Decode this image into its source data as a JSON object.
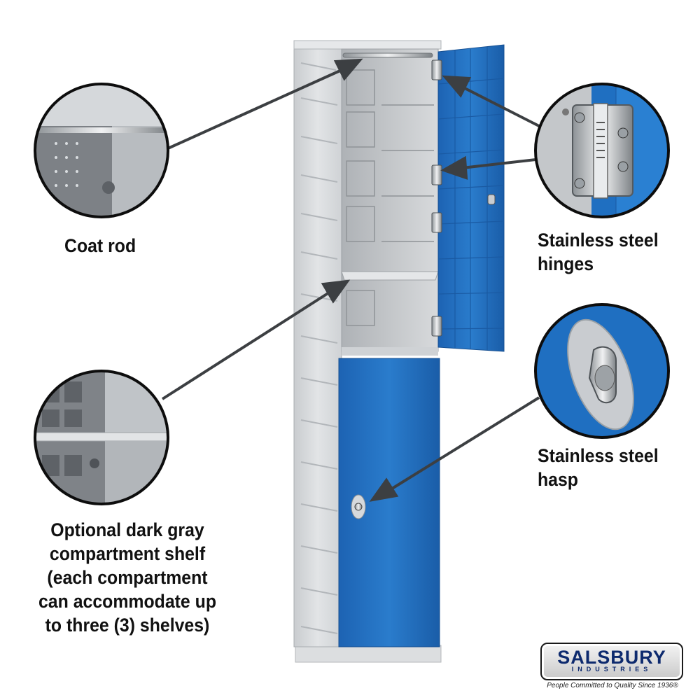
{
  "callouts": {
    "coat_rod": {
      "label": "Coat rod"
    },
    "hinges": {
      "lines": [
        "Stainless steel",
        "hinges"
      ]
    },
    "hasp": {
      "lines": [
        "Stainless steel",
        "hasp"
      ]
    },
    "shelf": {
      "lines": [
        "Optional dark gray",
        "compartment shelf",
        "(each compartment",
        "can accommodate up",
        "to three (3) shelves)"
      ]
    }
  },
  "logo": {
    "name": "SALSBURY",
    "sub": "INDUSTRIES",
    "tagline": "People Committed to Quality Since 1936®"
  },
  "colors": {
    "door_blue": "#1e6fc0",
    "locker_gray": "#d4d6d8",
    "arrow": "#3c3f42"
  }
}
